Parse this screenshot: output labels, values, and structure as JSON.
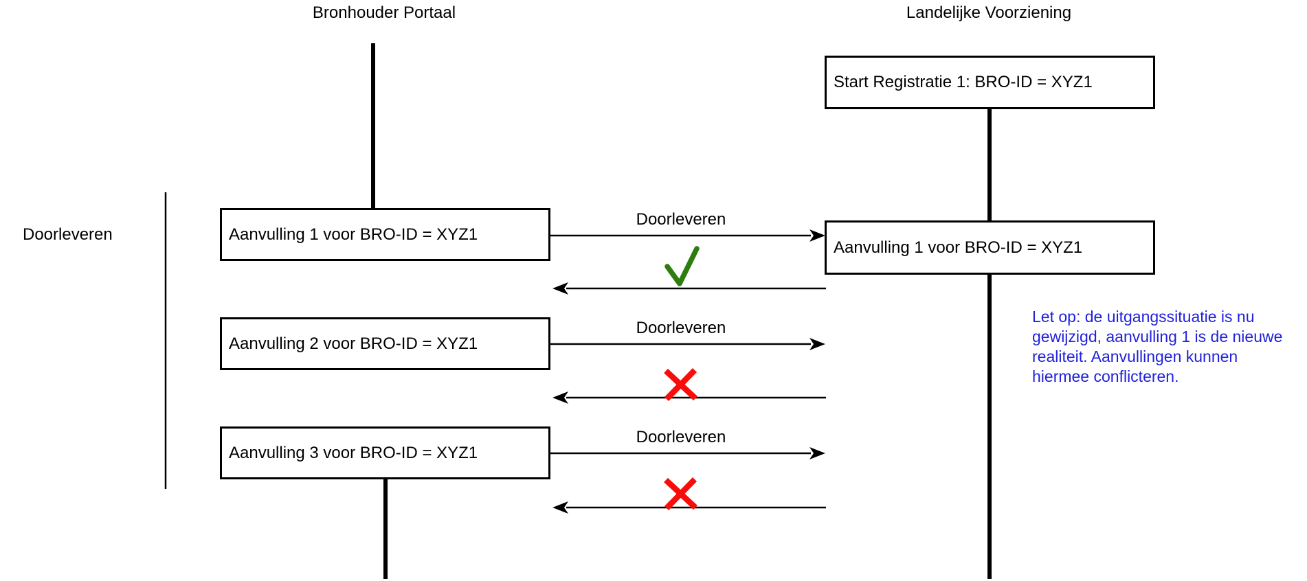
{
  "titles": {
    "left": "Bronhouder Portaal",
    "right": "Landelijke Voorziening"
  },
  "section_label": "Doorleveren",
  "boxes": {
    "start": "Start Registratie 1: BRO-ID = XYZ1",
    "left1": "Aanvulling 1 voor BRO-ID = XYZ1",
    "left2": "Aanvulling 2 voor BRO-ID = XYZ1",
    "left3": "Aanvulling 3 voor BRO-ID = XYZ1",
    "right1": "Aanvulling 1 voor BRO-ID = XYZ1"
  },
  "messages": [
    {
      "label": "Doorleveren",
      "result": "success",
      "result_icon": "check-icon"
    },
    {
      "label": "Doorleveren",
      "result": "failure",
      "result_icon": "cross-icon"
    },
    {
      "label": "Doorleveren",
      "result": "failure",
      "result_icon": "cross-icon"
    }
  ],
  "note": {
    "lines": [
      "Let op: de uitgangssituatie is nu",
      "gewijzigd, aanvulling 1 is de nieuwe",
      "realiteit. Aanvullingen kunnen",
      "hiermee conflicteren."
    ]
  },
  "colors": {
    "background": "#ffffff",
    "line": "#000000",
    "check": "#2e7d10",
    "cross": "#f90d0b",
    "note": "#2121dc"
  }
}
